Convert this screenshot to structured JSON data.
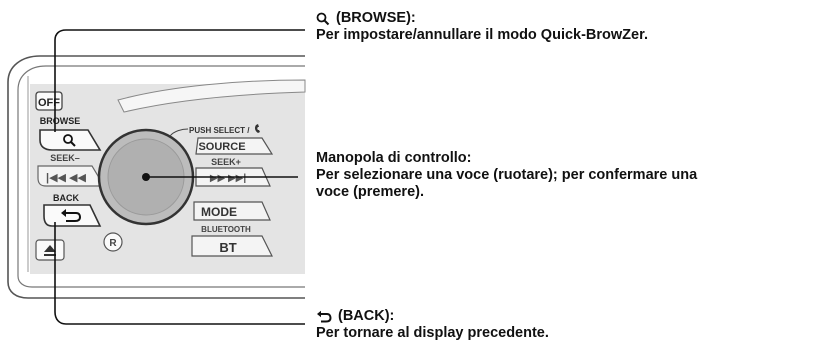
{
  "panel": {
    "off_label": "OFF",
    "browse_label": "BROWSE",
    "seek_minus_label": "SEEK–",
    "back_label": "BACK",
    "push_select_label": "PUSH SELECT /",
    "source_label": "SOURCE",
    "seek_plus_label": "SEEK+",
    "mode_label": "MODE",
    "bluetooth_label": "BLUETOOTH",
    "bt_label": "BT",
    "r_label": "R"
  },
  "callouts": {
    "browse": {
      "title": "(BROWSE):",
      "desc": "Per impostare/annullare il modo Quick-BrowZer."
    },
    "knob": {
      "title": "Manopola di controllo:",
      "desc_line1": "Per selezionare una voce (ruotare); per confermare una",
      "desc_line2": "voce (premere)."
    },
    "back": {
      "title": "(BACK):",
      "desc": "Per tornare al display precedente."
    }
  }
}
